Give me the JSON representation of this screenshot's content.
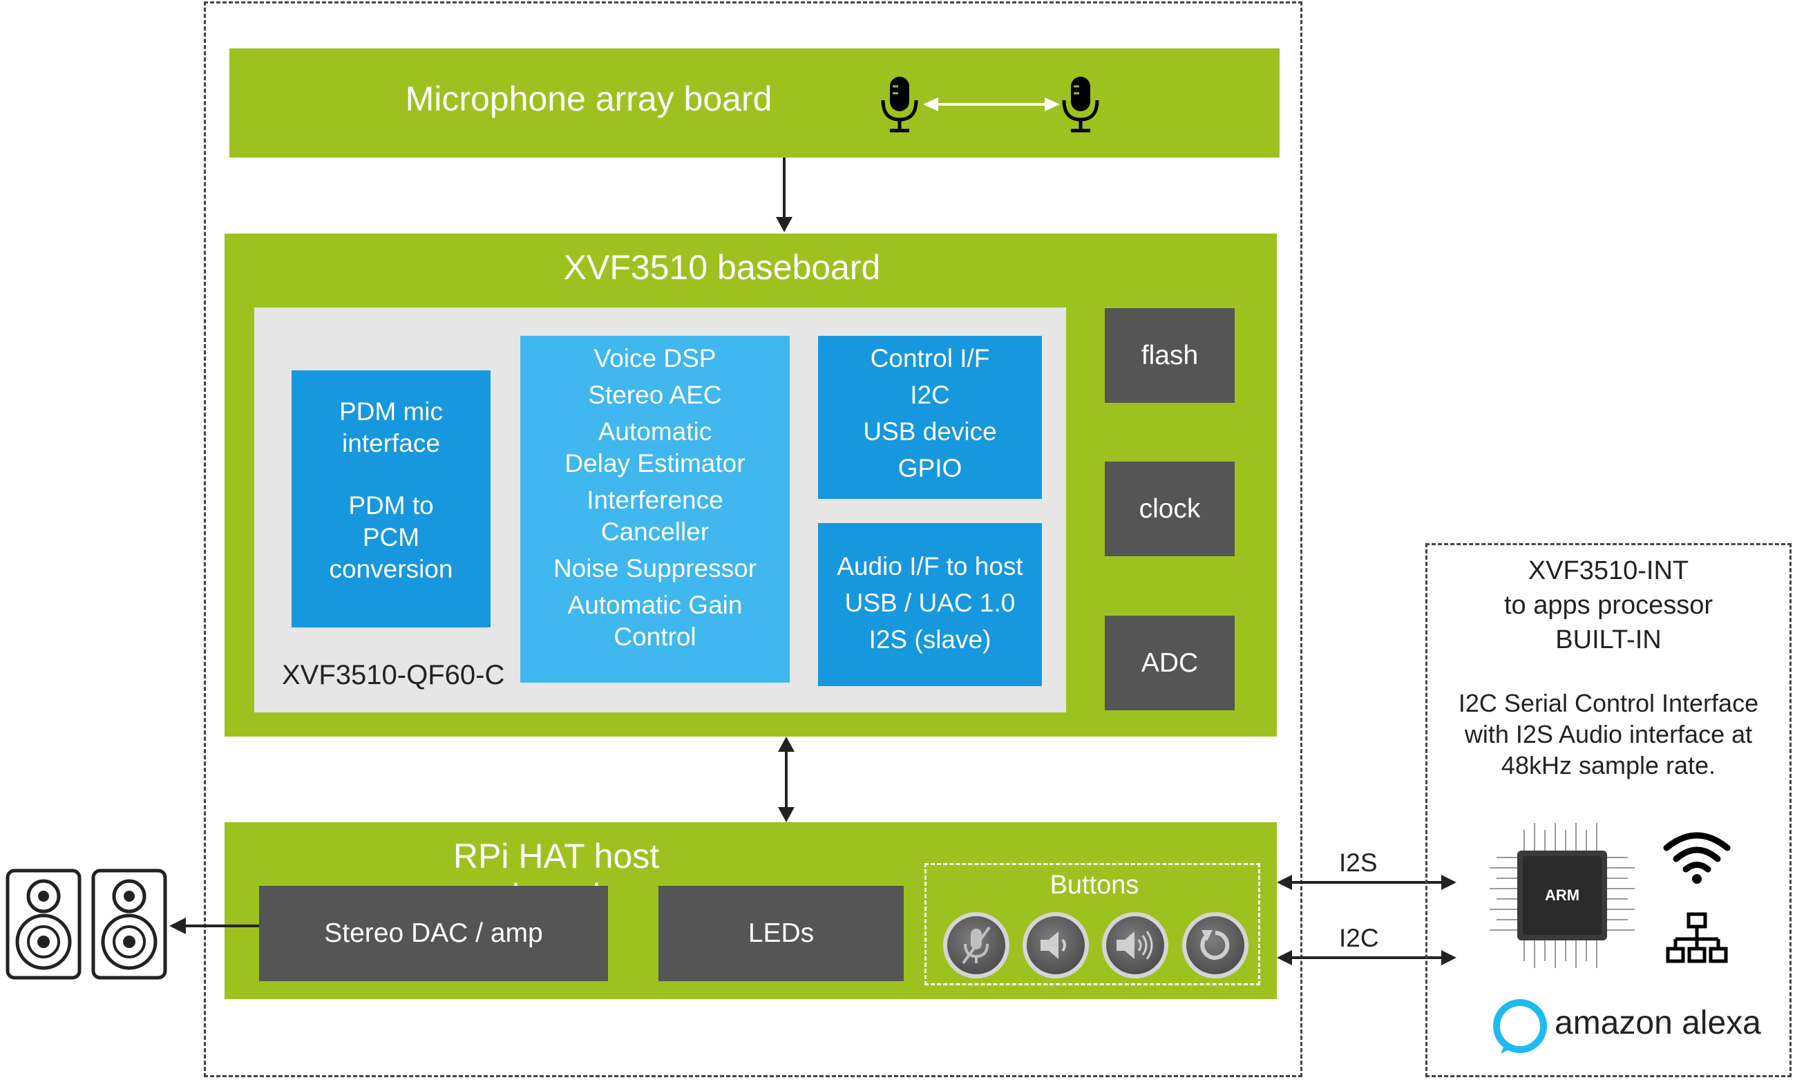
{
  "mic_board": {
    "title": "Microphone array board"
  },
  "baseboard": {
    "title": "XVF3510 baseboard",
    "chip_label": "XVF3510-QF60-C",
    "pdm_block": [
      "PDM mic",
      "interface",
      "",
      "PDM to",
      "PCM",
      "conversion"
    ],
    "dsp_block": [
      "Voice DSP",
      "Stereo AEC",
      "Automatic",
      "Delay Estimator",
      "Interference",
      "Canceller",
      "Noise Suppressor",
      "Automatic Gain",
      "Control"
    ],
    "control_block": [
      "Control I/F",
      "I2C",
      "USB device",
      "GPIO"
    ],
    "audio_block": [
      "Audio I/F to host",
      "USB / UAC 1.0",
      "I2S (slave)"
    ],
    "side_blocks": [
      "flash",
      "clock",
      "ADC"
    ]
  },
  "host_board": {
    "title": "RPi HAT host board",
    "dac_label": "Stereo DAC / amp",
    "leds_label": "LEDs",
    "buttons_label": "Buttons",
    "buttons": [
      "mic-mute-icon",
      "volume-down-icon",
      "volume-up-icon",
      "reset-icon"
    ]
  },
  "links": {
    "i2s": "I2S",
    "i2c": "I2C"
  },
  "int_panel": {
    "heading": [
      "XVF3510-INT",
      "to apps processor",
      "BUILT-IN"
    ],
    "description": [
      "I2C Serial Control Interface",
      "with I2S Audio interface at",
      "48kHz sample rate."
    ],
    "chip_text": "ARM",
    "alexa_text": "amazon alexa"
  },
  "colors": {
    "board_green": "#9dc21f",
    "block_dark": "#555555",
    "block_blue": "#1797de",
    "block_lightblue": "#40b7ee",
    "chip_gray": "#e6e6e6",
    "alexa_blue": "#1ebbee"
  }
}
